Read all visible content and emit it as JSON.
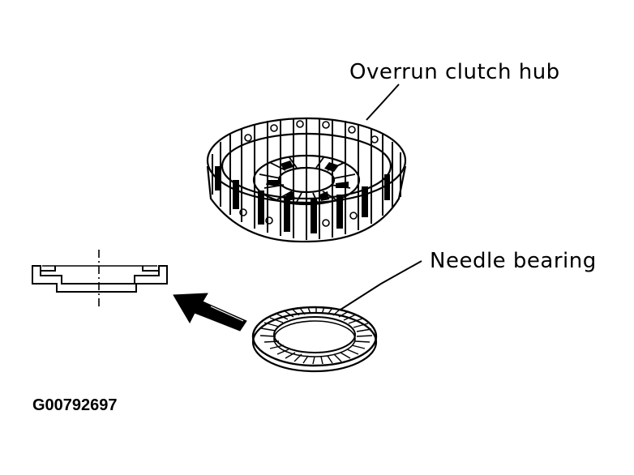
{
  "labels": {
    "overrun_clutch_hub": "Overrun clutch hub",
    "needle_bearing": "Needle bearing"
  },
  "figure_id": "G00792697",
  "colors": {
    "line": "#000000",
    "background": "#ffffff"
  },
  "icons": {
    "direction_arrow": "arrow-icon"
  }
}
